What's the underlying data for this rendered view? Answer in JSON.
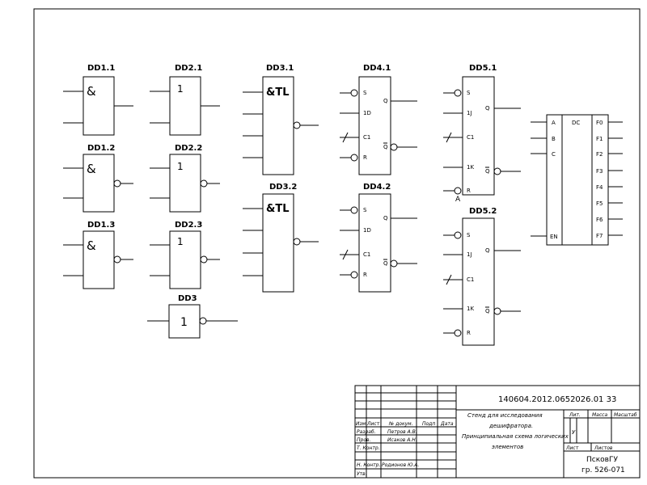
{
  "gates": {
    "dd1_1": {
      "label": "DD1.1",
      "symbol": "&"
    },
    "dd1_2": {
      "label": "DD1.2",
      "symbol": "&"
    },
    "dd1_3": {
      "label": "DD1.3",
      "symbol": "&"
    },
    "dd2_1": {
      "label": "DD2.1",
      "symbol": "1"
    },
    "dd2_2": {
      "label": "DD2.2",
      "symbol": "1"
    },
    "dd2_3": {
      "label": "DD2.3",
      "symbol": "1"
    },
    "dd3": {
      "label": "DD3",
      "symbol": "1"
    },
    "dd3_1": {
      "label": "DD3.1",
      "symbol": "&TL"
    },
    "dd3_2": {
      "label": "DD3.2",
      "symbol": "&TL"
    }
  },
  "flipflops": {
    "dd4_1": {
      "label": "DD4.1",
      "pins": [
        "S",
        "1D",
        "C1",
        "R"
      ],
      "q": "Q",
      "qbar": "Q"
    },
    "dd4_2": {
      "label": "DD4.2",
      "pins": [
        "S",
        "1D",
        "C1",
        "R"
      ],
      "q": "Q",
      "qbar": "Q"
    },
    "dd5_1": {
      "label": "DD5.1",
      "pins": [
        "S",
        "1J",
        "C1",
        "1K",
        "R"
      ],
      "q": "Q",
      "qbar": "Q",
      "extra": "A"
    },
    "dd5_2": {
      "label": "DD5.2",
      "pins": [
        "S",
        "1J",
        "C1",
        "1K",
        "R"
      ],
      "q": "Q",
      "qbar": "Q"
    }
  },
  "decoder": {
    "title": "DC",
    "inputs": [
      "A",
      "B",
      "C"
    ],
    "enable": "EN",
    "outputs": [
      "F0",
      "F1",
      "F2",
      "F3",
      "F4",
      "F5",
      "F6",
      "F7"
    ]
  },
  "title_block": {
    "code": "140604.2012.0652026.01 33",
    "description": [
      "Стенд для исследования",
      "дешифратора.",
      "Принципиальная схема логических",
      "элементов"
    ],
    "headers": [
      "Изм",
      "Лист",
      "№ докум.",
      "Подп",
      "Дата"
    ],
    "roles": [
      "Разраб.",
      "Пров.",
      "Т. Контр.",
      "",
      "Н. Контр.",
      "Утв."
    ],
    "names": [
      "Петров А.В.",
      "Исаков А.Н.",
      "",
      "",
      "Родионов Ю.А.",
      ""
    ],
    "lit": "Лит.",
    "mass": "Масса",
    "scale": "Масштаб",
    "lit_value": "У",
    "sheet": "Лист",
    "sheets": "Листов",
    "org": "ПсковГУ",
    "group": "гр. 526-071"
  }
}
